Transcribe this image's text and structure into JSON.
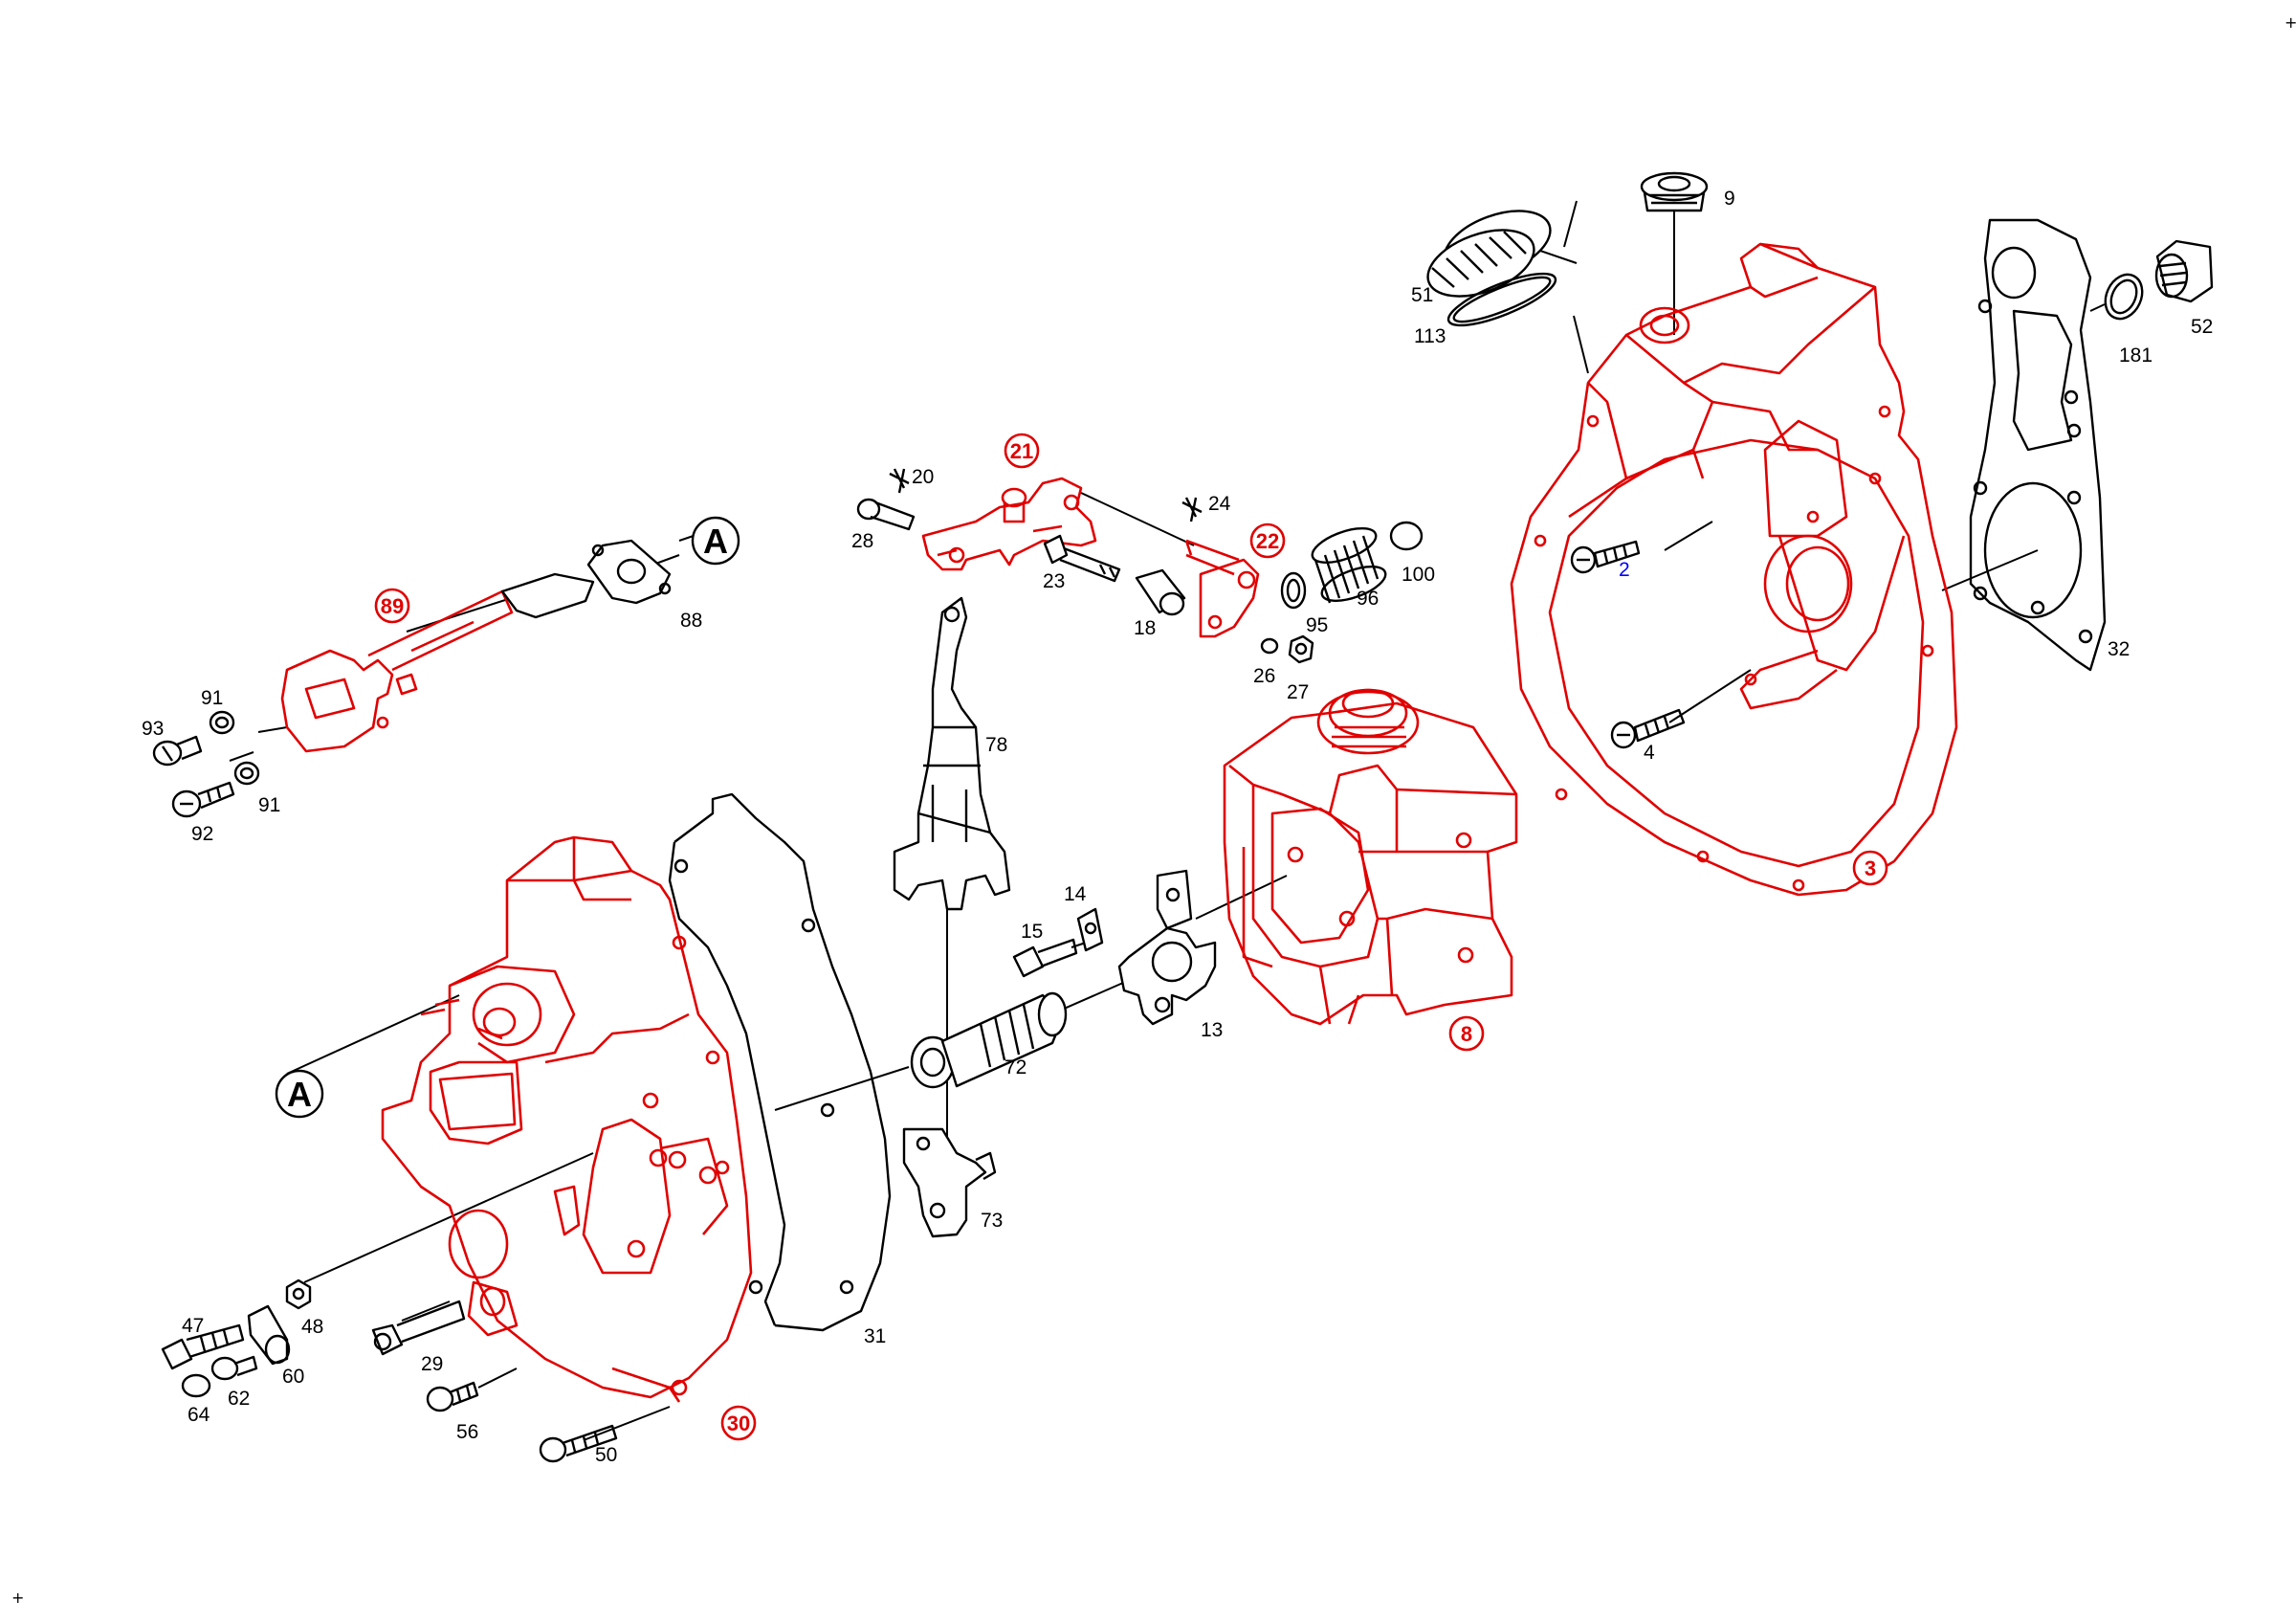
{
  "parts": {
    "p2": "2",
    "p3": "3",
    "p4": "4",
    "p8": "8",
    "p9": "9",
    "p13": "13",
    "p14": "14",
    "p15": "15",
    "p18": "18",
    "p20": "20",
    "p21": "21",
    "p22": "22",
    "p23": "23",
    "p24": "24",
    "p26": "26",
    "p27": "27",
    "p28": "28",
    "p29": "29",
    "p30": "30",
    "p31": "31",
    "p32": "32",
    "p47": "47",
    "p48": "48",
    "p50": "50",
    "p51": "51",
    "p52": "52",
    "p56": "56",
    "p60": "60",
    "p62": "62",
    "p64": "64",
    "p72": "72",
    "p73": "73",
    "p78": "78",
    "p88": "88",
    "p89": "89",
    "p91a": "91",
    "p91b": "91",
    "p92": "92",
    "p93": "93",
    "p95": "95",
    "p96": "96",
    "p100": "100",
    "p113": "113",
    "p181": "181"
  },
  "refs": {
    "refA_top": "A",
    "refA_bottom": "A"
  },
  "marks": {
    "corner_tr": "+",
    "corner_bl": "+"
  },
  "colors": {
    "highlight": "#e10000",
    "line": "#000000",
    "link": "#0000ff"
  }
}
